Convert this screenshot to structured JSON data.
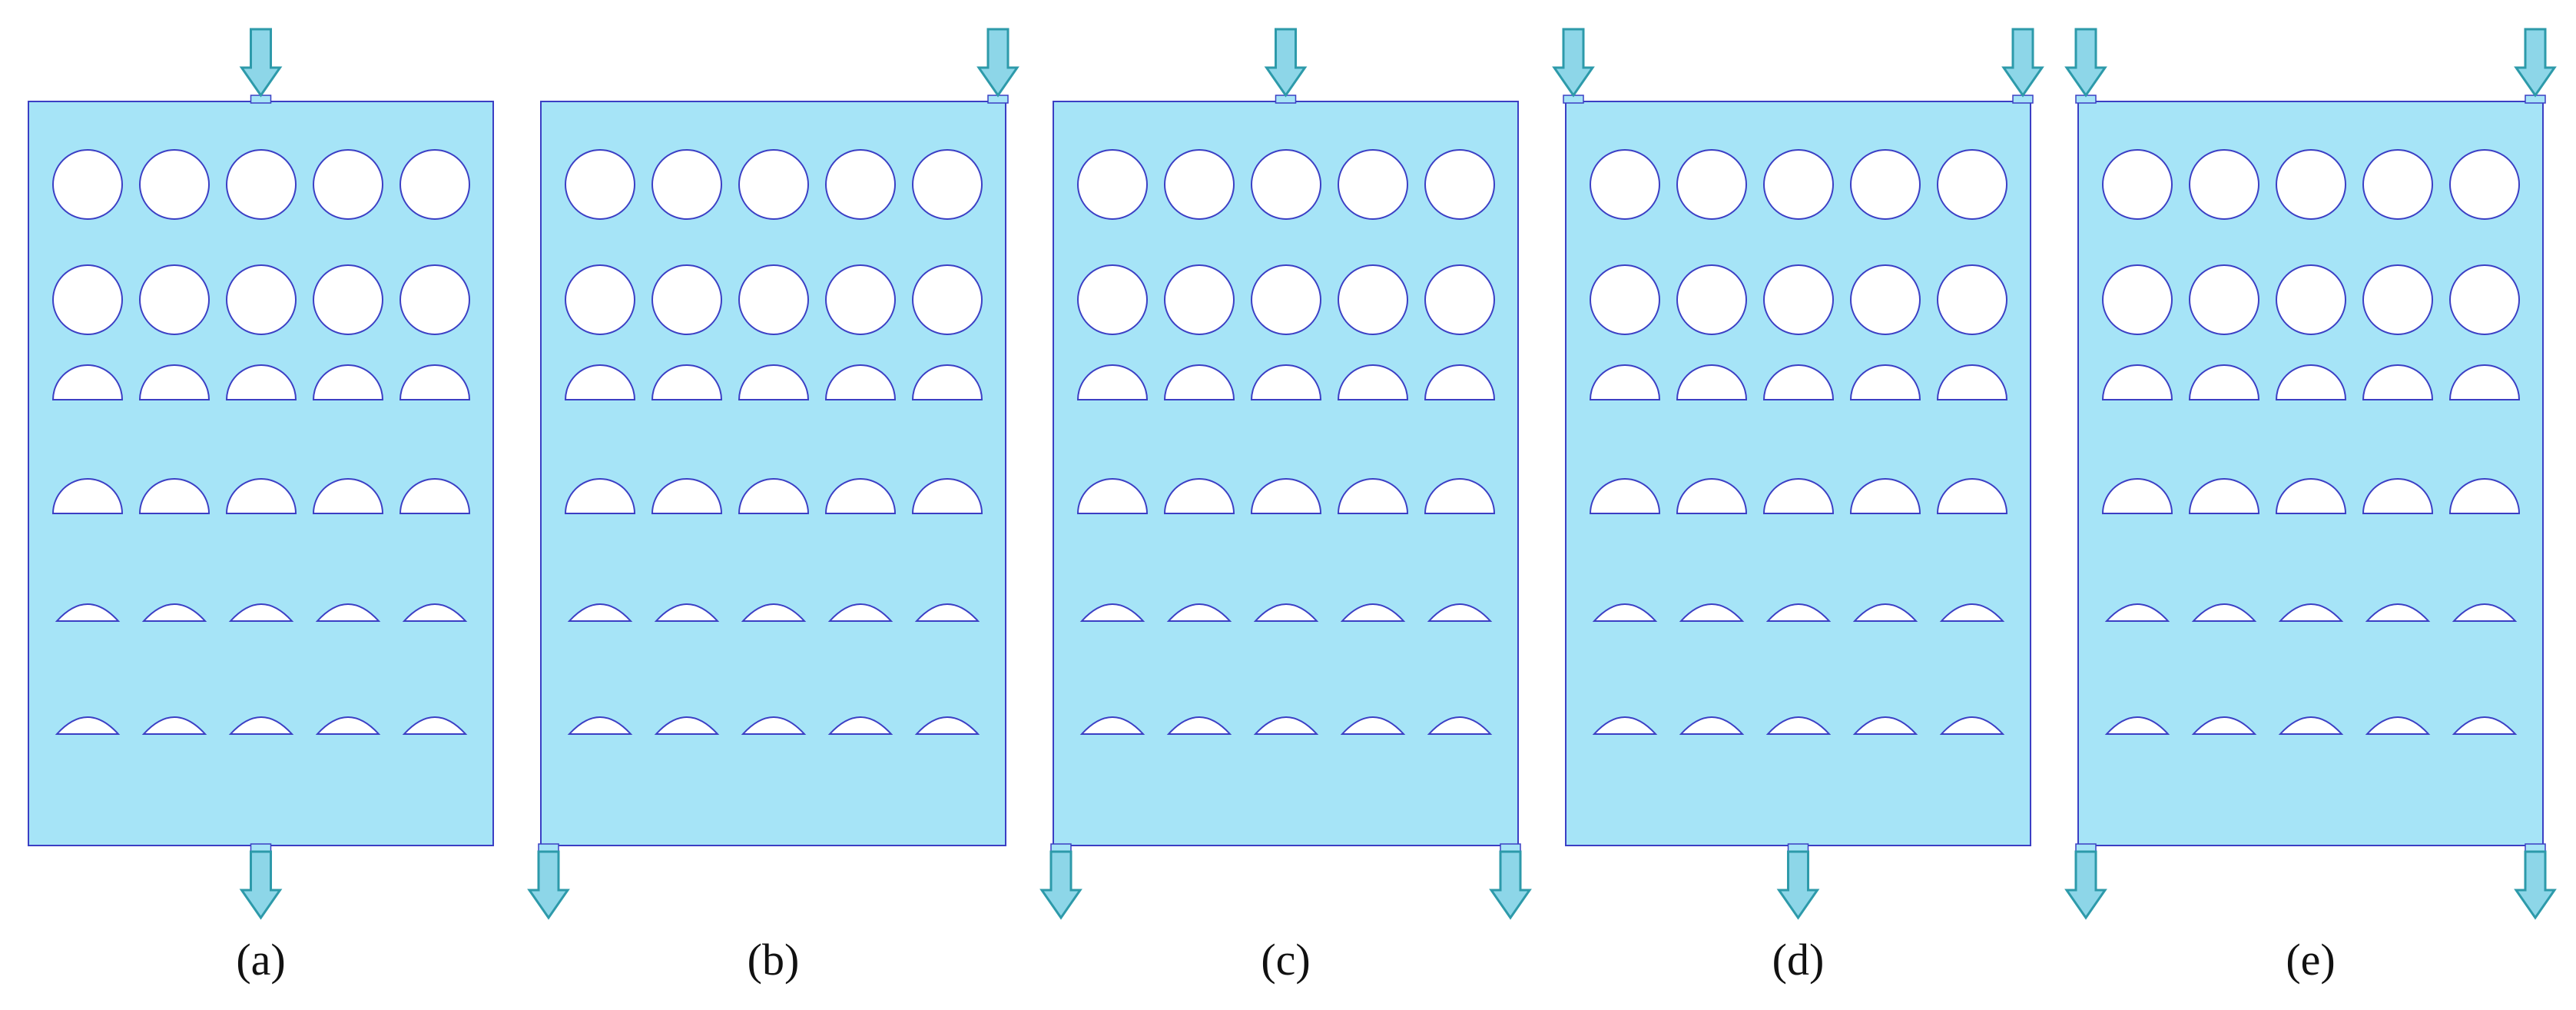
{
  "colors": {
    "fluid": "#a6e4f7",
    "outline": "#3b3fc4",
    "hole": "#ffffff",
    "arrow_fill": "#8dd6e8",
    "arrow_stroke": "#2d9aaa"
  },
  "panels": [
    {
      "label": "(a)",
      "inlets": [
        "center"
      ],
      "outlets": [
        "center"
      ]
    },
    {
      "label": "(b)",
      "inlets": [
        "right"
      ],
      "outlets": [
        "left"
      ]
    },
    {
      "label": "(c)",
      "inlets": [
        "center"
      ],
      "outlets": [
        "left",
        "right"
      ]
    },
    {
      "label": "(d)",
      "inlets": [
        "left",
        "right"
      ],
      "outlets": [
        "center"
      ]
    },
    {
      "label": "(e)",
      "inlets": [
        "left",
        "right"
      ],
      "outlets": [
        "left",
        "right"
      ]
    }
  ],
  "obstacle_rows": [
    "circle",
    "circle",
    "semicircle",
    "semicircle",
    "segment",
    "segment"
  ],
  "obstacles_per_row": 5
}
